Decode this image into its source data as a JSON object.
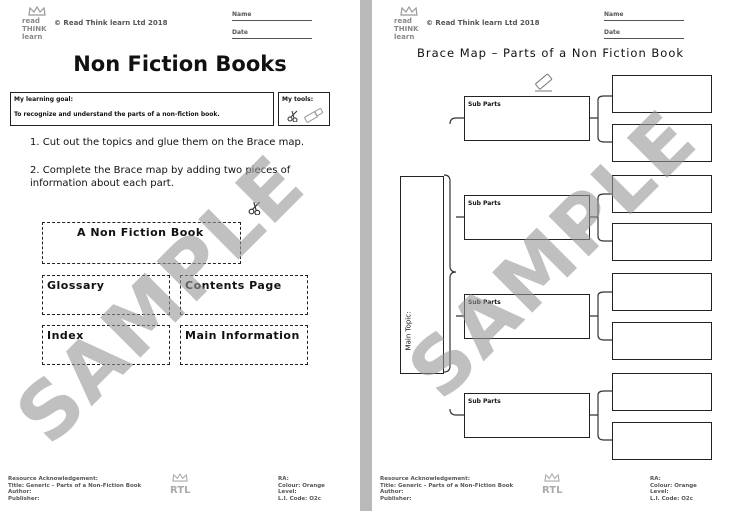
{
  "brand": {
    "logo_lines": [
      "read",
      "THINK",
      "learn"
    ],
    "copyright": "© Read Think learn Ltd 2018",
    "footer_logo": "RTL"
  },
  "header": {
    "name_label": "Name",
    "date_label": "Date"
  },
  "left": {
    "title": "Non Fiction Books",
    "goal_heading": "My learning goal:",
    "goal_text": "To recognize and understand the parts of a non-fiction book.",
    "tools_heading": "My tools:",
    "instructions": [
      "1. Cut out the topics and glue them on the Brace map.",
      "2. Complete the Brace map by adding two pieces of information about each part."
    ],
    "cards": {
      "main": "A Non Fiction Book",
      "glossary": "Glossary",
      "contents": "Contents Page",
      "index": "Index",
      "main_info": "Main Information"
    }
  },
  "right": {
    "title": "Brace Map – Parts of a Non Fiction Book",
    "main_topic": "Main Topic:",
    "sub_parts_label": "Sub Parts"
  },
  "footer": {
    "resource": "Resource Acknowledgement:",
    "title": "Title: Generic – Parts of a Non-Fiction Book",
    "author": "Author:",
    "publisher": "Publisher:",
    "ra": "RA:",
    "colour": "Colour: Orange",
    "level": "Level:",
    "li_code": "L.I. Code: O2c"
  },
  "watermark": "SAMPLE",
  "icons": [
    "scissors-icon",
    "glue-stick-icon",
    "pencil-icon",
    "crown-icon"
  ]
}
